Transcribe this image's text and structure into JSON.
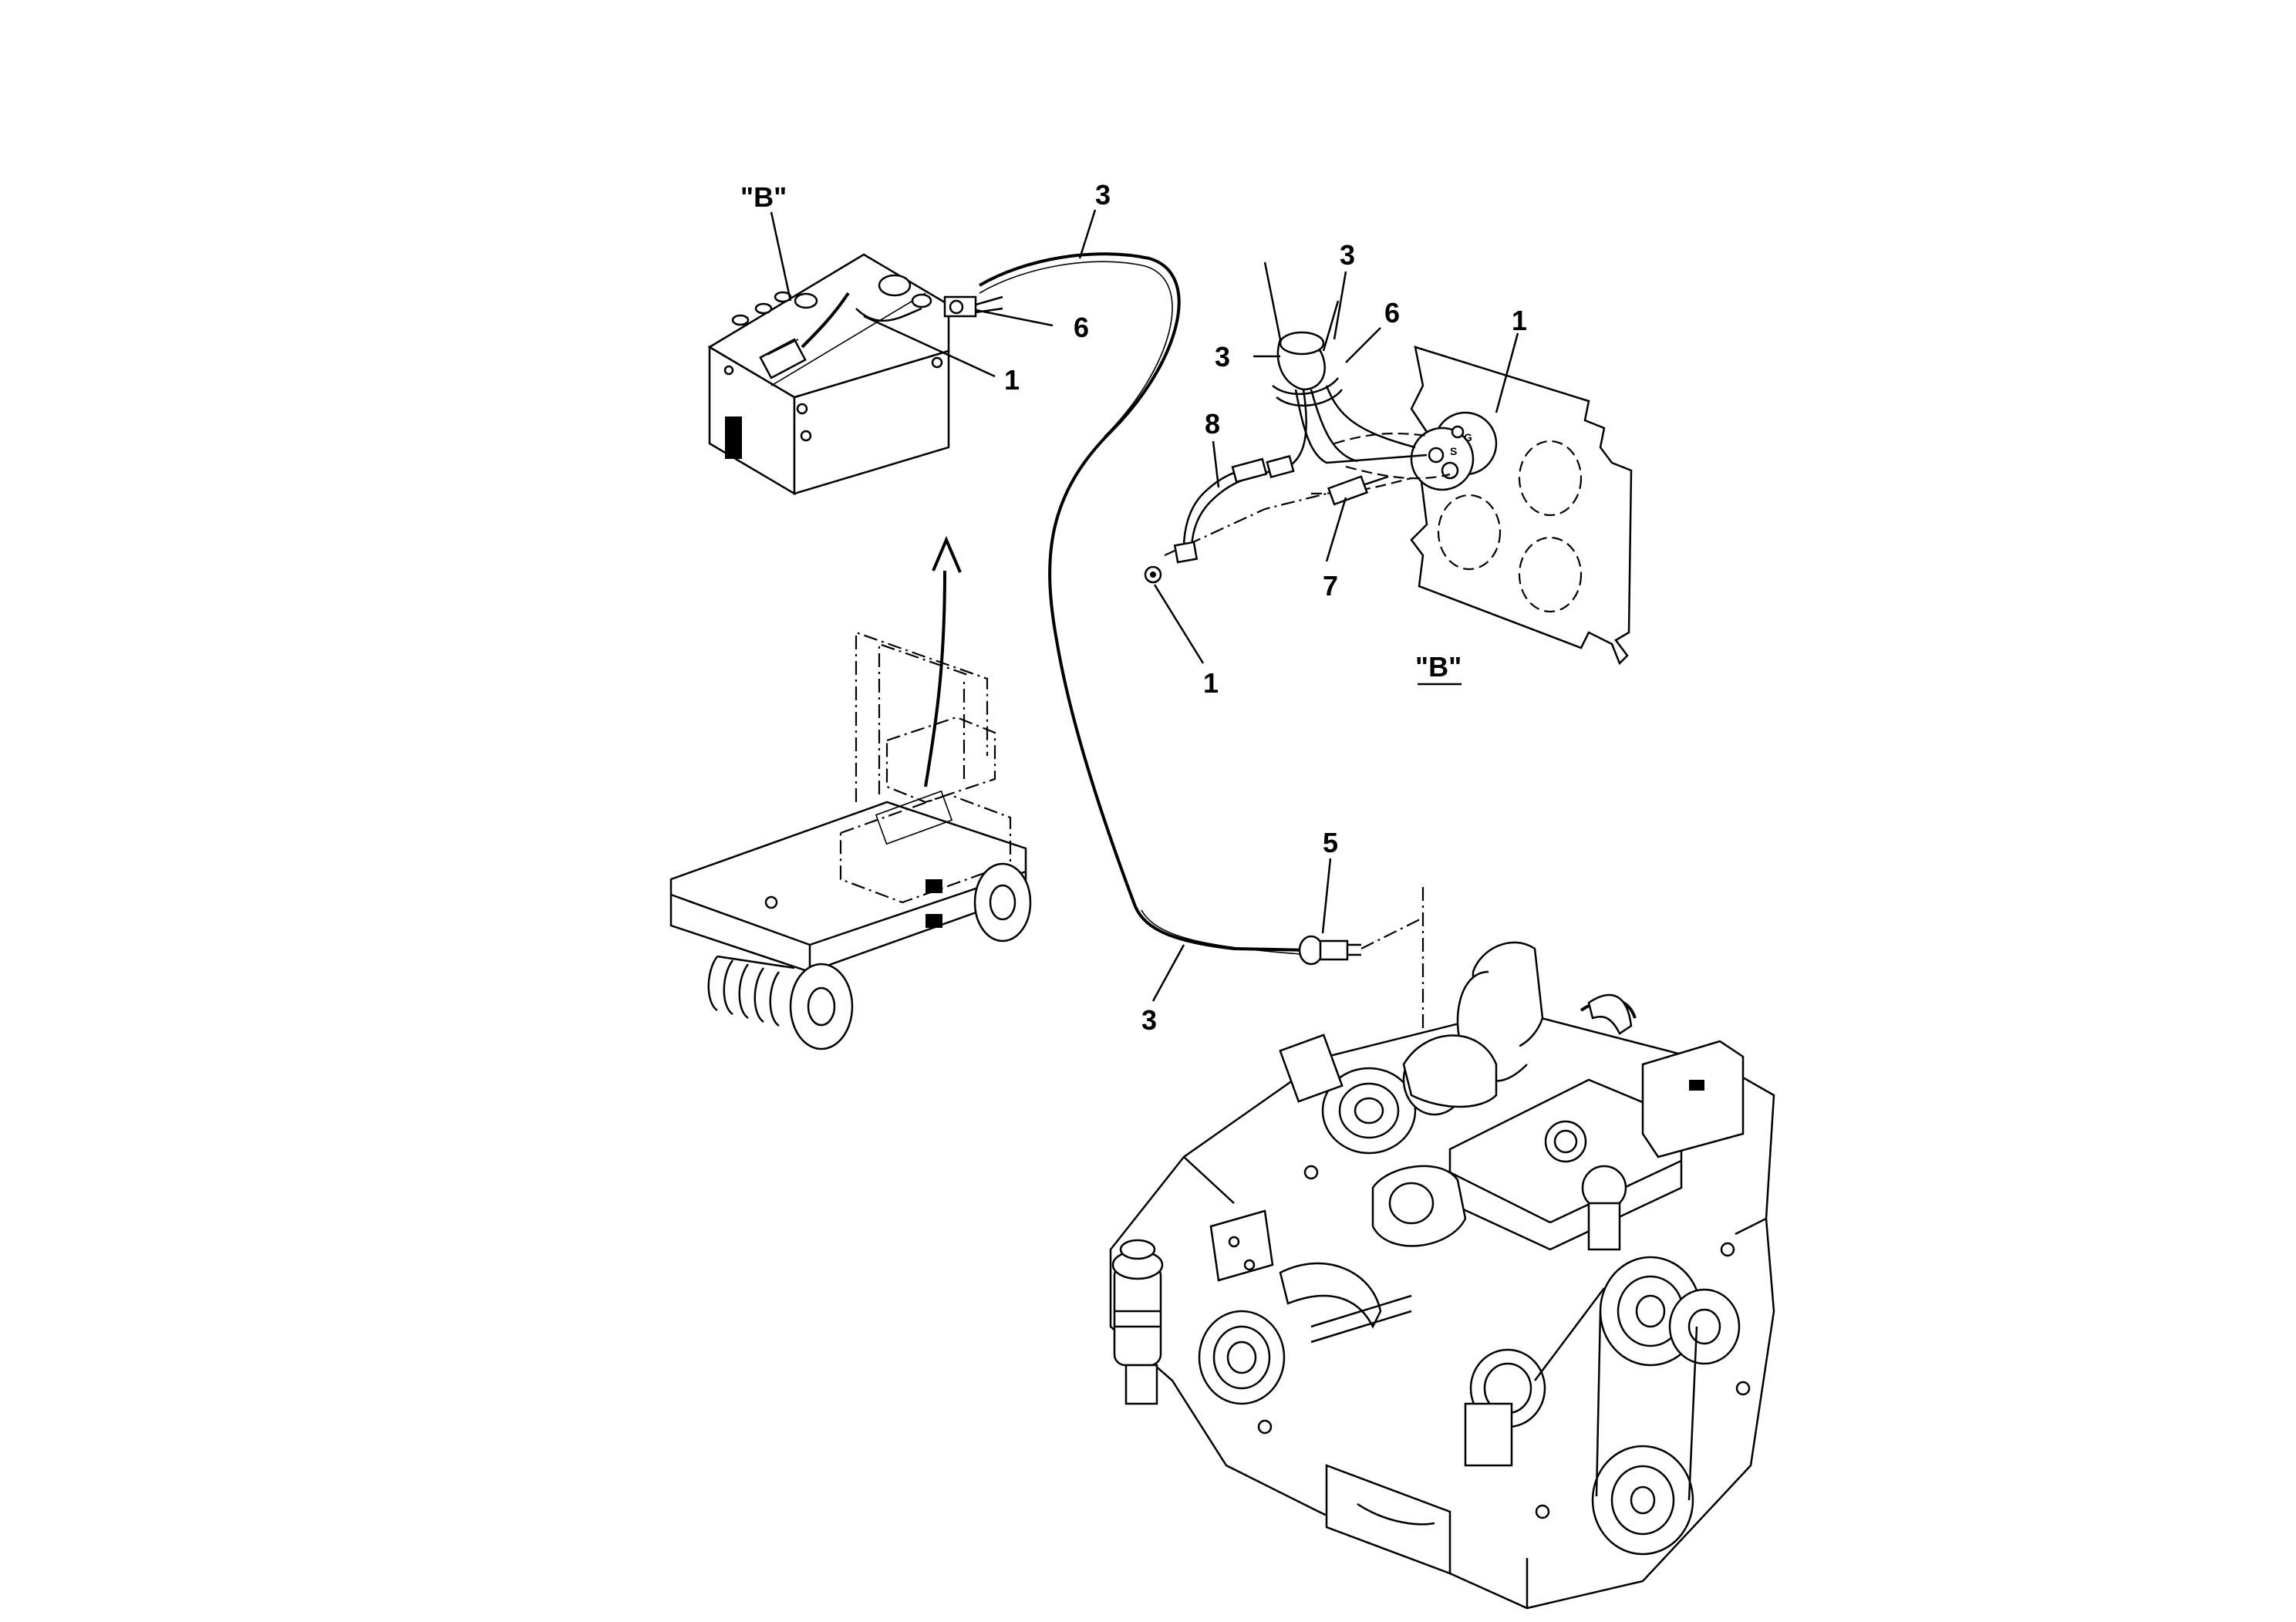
{
  "callouts": {
    "battery_view_ref": "\"B\"",
    "cable_top": "3",
    "cable_clamp_battery": "6",
    "battery_terminal": "1",
    "detail_cable_top": "3",
    "detail_cable_left": "3",
    "detail_clamp": "6",
    "detail_terminal_plate": "1",
    "detail_wire": "8",
    "detail_connector": "7",
    "detail_terminal_ring": "1",
    "connector_engine": "5",
    "cable_bottom": "3"
  },
  "detail_view_label": "\"B\"",
  "battery_panel_letters": {
    "s": "S",
    "g": "G"
  },
  "icons": {
    "battery": "battery-box-icon",
    "machine": "compactor-machine-icon",
    "engine": "engine-icon",
    "terminal_plate": "terminal-plate-icon"
  }
}
